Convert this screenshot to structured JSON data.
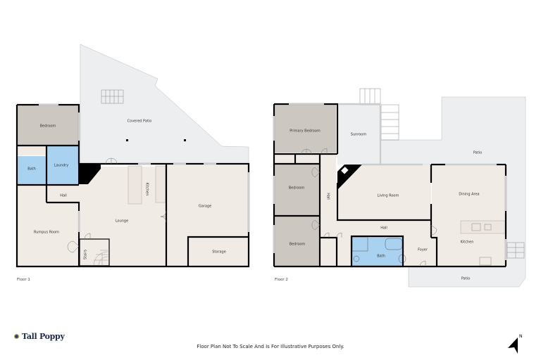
{
  "floors": [
    {
      "label": "Floor 1",
      "rooms": {
        "bedroom": "Bedroom",
        "covered_patio": "Covered Patio",
        "bath": "Bath",
        "laundry": "Laundry",
        "hall": "Hall",
        "kitchen": "Kitchen",
        "lounge": "Lounge",
        "garage": "Garage",
        "rumpus_room": "Rumpus Room",
        "stairs": "Stairs",
        "storage": "Storage"
      }
    },
    {
      "label": "Floor 2",
      "rooms": {
        "primary_bedroom": "Primary Bedroom",
        "sunroom": "Sunroom",
        "patio_top": "Patio",
        "bedroom_a": "Bedroom",
        "hall_vertical": "Hall",
        "living_room": "Living Room",
        "dining_area": "Dining Area",
        "hall_horizontal": "Hall",
        "bedroom_b": "Bedroom",
        "bath": "Bath",
        "foyer": "Foyer",
        "kitchen": "Kitchen",
        "patio_bottom": "Patio"
      }
    }
  ],
  "footer": {
    "brand": "Tall Poppy",
    "disclaimer": "Floor Plan Not To Scale And Is For Illustrative Purposes Only.",
    "north_label": "N"
  },
  "colors": {
    "living": "#f1ebe6",
    "bedroom": "#cdc7c1",
    "wet": "#a8d2f0",
    "outdoor": "#eceeef",
    "wall": "#000000"
  }
}
